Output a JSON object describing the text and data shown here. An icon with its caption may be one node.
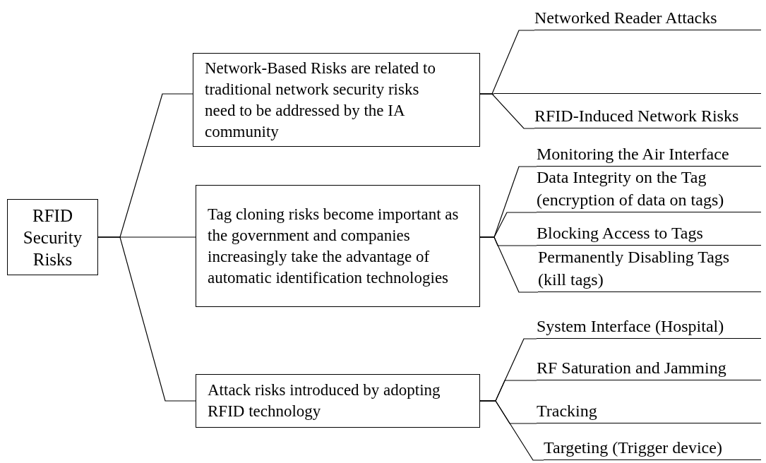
{
  "diagram": {
    "nodes": [
      {
        "text": [
          "RFID Security Risks"
        ]
      },
      {
        "text": [
          "Network-Based Risks are related to traditional network security risks need to be addressed by the IA community"
        ]
      },
      {
        "text": [
          "Networked Reader Attacks"
        ]
      },
      {
        "text": [],
        "shape": "line"
      },
      {
        "text": [
          "RFID-Induced Network Risks"
        ]
      },
      {
        "text": [
          "Tag cloning risks become important as the government and companies increasingly take the advantage of automatic identification technologies"
        ]
      },
      {
        "text": [
          "Monitoring the Air Interface"
        ]
      },
      {
        "text": [
          "Data Integrity on the Tag (encryption of data on tags)"
        ]
      },
      {
        "text": [
          "Blocking Access to Tags"
        ]
      },
      {
        "text": [
          "Permanently Disabling Tags (kill tags)"
        ]
      },
      {
        "text": [
          "Attack risks introduced by adopting RFID technology"
        ]
      },
      {
        "text": [
          "System Interface (Hospital)"
        ]
      },
      {
        "text": [
          "RF Saturation and Jamming"
        ]
      },
      {
        "text": [
          "Tracking"
        ]
      },
      {
        "text": [
          "Targeting (Trigger device)"
        ]
      }
    ],
    "edges": [
      {
        "from": 0,
        "to": 1,
        "arrow": "none"
      },
      {
        "from": 0,
        "to": 5,
        "arrow": "none"
      },
      {
        "from": 0,
        "to": 10,
        "arrow": "none"
      },
      {
        "from": 1,
        "to": 2,
        "arrow": "none"
      },
      {
        "from": 1,
        "to": 3,
        "arrow": "none"
      },
      {
        "from": 1,
        "to": 4,
        "arrow": "none"
      },
      {
        "from": 5,
        "to": 6,
        "arrow": "none"
      },
      {
        "from": 5,
        "to": 7,
        "arrow": "none"
      },
      {
        "from": 5,
        "to": 8,
        "arrow": "none"
      },
      {
        "from": 5,
        "to": 9,
        "arrow": "none"
      },
      {
        "from": 10,
        "to": 11,
        "arrow": "none"
      },
      {
        "from": 10,
        "to": 12,
        "arrow": "none"
      },
      {
        "from": 10,
        "to": 13,
        "arrow": "none"
      },
      {
        "from": 10,
        "to": 14,
        "arrow": "none"
      }
    ]
  }
}
